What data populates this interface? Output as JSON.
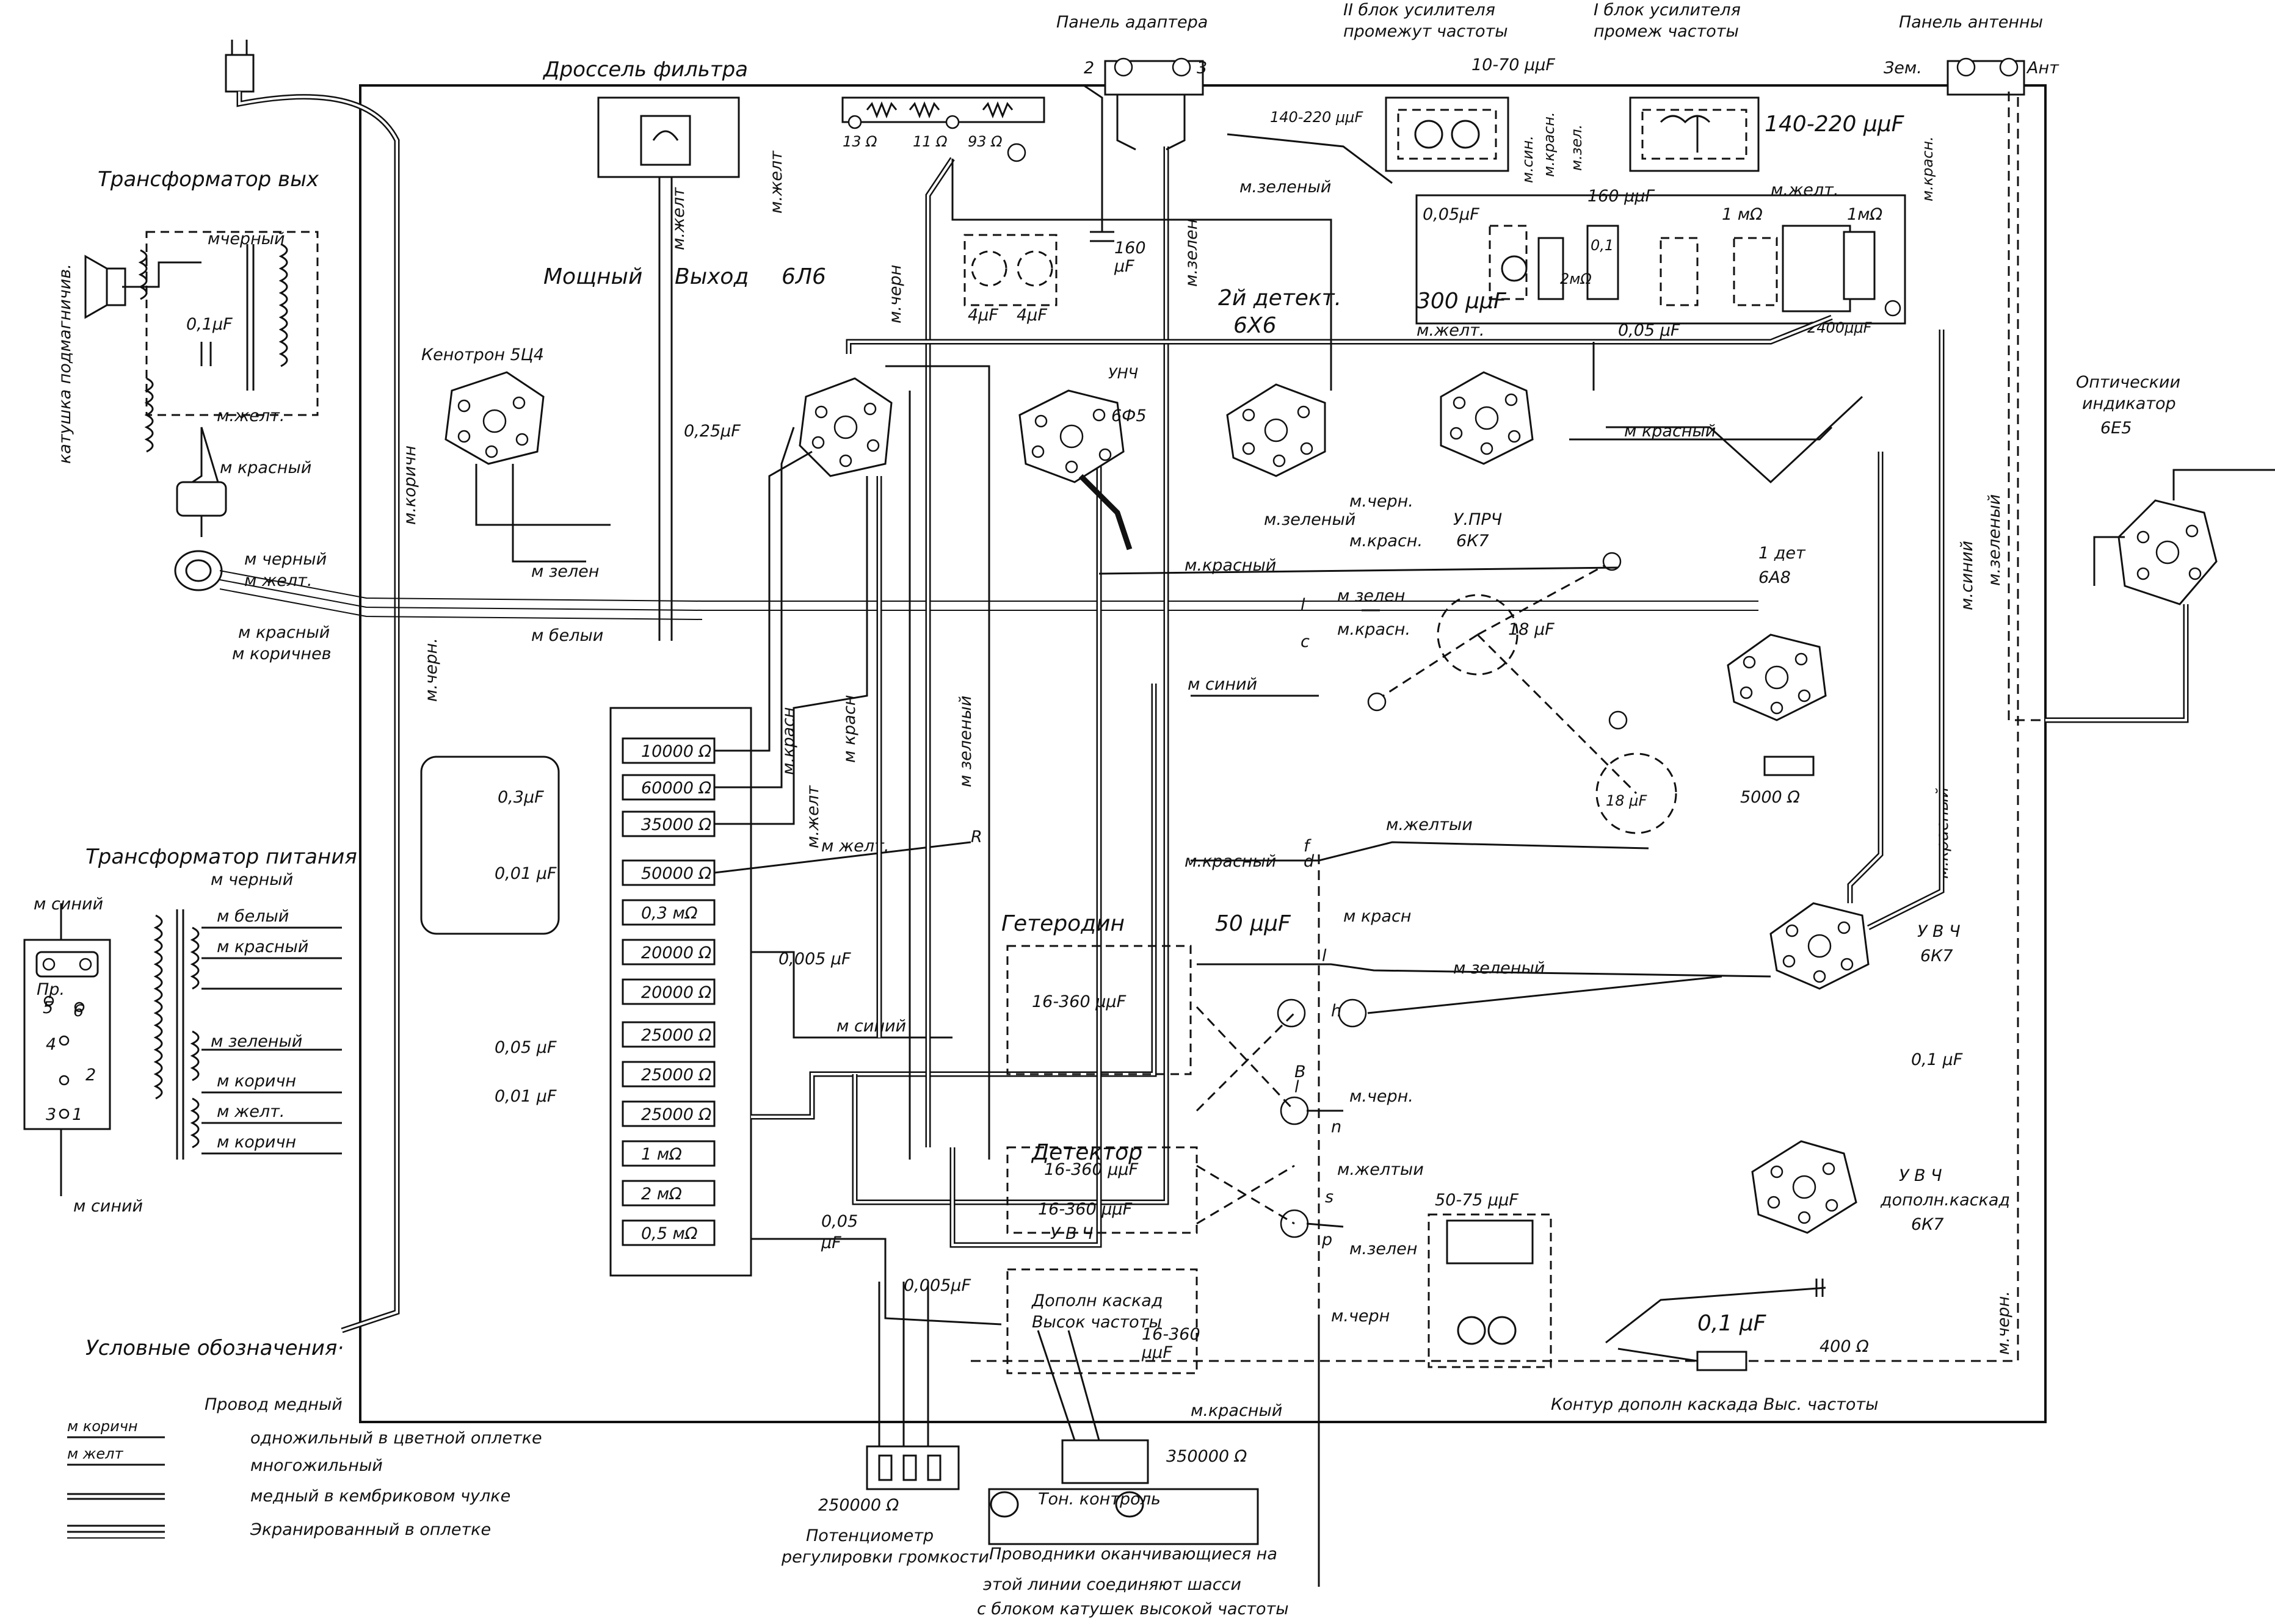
{
  "components": {
    "output_transformer": "Трансформатор вых",
    "bias_coil": "катушка подмагничив.",
    "kenotron": "Кенотрон 5Ц4",
    "filter_choke": "Дроссель фильтра",
    "power_output": "Мощный",
    "power_output_2": "Выход",
    "tube_6l6": "6Л6",
    "adapter_panel": "Панель адаптера",
    "if_amp_2": "II блок усилителя",
    "if_amp_2b": "промежут частоты",
    "if_amp_1": "I блок усилителя",
    "if_amp_1b": "промеж частоты",
    "antenna_panel": "Панель антенны",
    "second_detector": "2й детект.",
    "second_detector_tube": "6Х6",
    "uch_6f5": "УНЧ",
    "tube_6f5": "6Ф5",
    "upch": "У.ПРЧ",
    "upch_tube": "6К7",
    "optical_indicator": "Оптическии",
    "optical_indicator_2": "индикатор",
    "optical_indicator_tube": "6Е5",
    "first_detector": "1 дет",
    "first_detector_tube": "6А8",
    "power_transformer": "Трансформатор питания",
    "heterodyne": "Гетеродин",
    "detector": "Детектор",
    "uvch": "У В Ч",
    "uvch_tube": "6К7",
    "uvch_extra": "У В Ч",
    "uvch_extra_2": "дополн.каскад",
    "uvch_extra_tube": "6К7",
    "extra_stage": "Дополн каскад",
    "extra_stage_2": "Высок частоты",
    "extra_stage_circuit": "Контур дополн каскада Выс. частоты",
    "volume_pot": "Потенциометр",
    "volume_pot_2": "регулировки громкости",
    "tone_control": "Тон. контроль",
    "tone_value": "350000 Ω",
    "volume_value": "250000 Ω"
  },
  "values": {
    "cap_0_1": "0,1μF",
    "cap_0_25": "0,25μF",
    "cap_4a": "4μF",
    "cap_4b": "4μF",
    "cap_160": "160",
    "cap_160_unit": "μF",
    "res_13": "13 Ω",
    "res_11": "11 Ω",
    "res_93": "93 Ω",
    "cap_10_70": "10-70 μμF",
    "cap_140_220_a": "140-220 μμF",
    "cap_140_220_b": "140-220 μμF",
    "cap_0_05": "0,05μF",
    "cap_160_mm": "160 μμF",
    "res_1m_a": "1 мΩ",
    "res_0_1": "0,1",
    "res_2m": "2мΩ",
    "res_1m_b": "1мΩ",
    "cap_300": "300 μμF",
    "cap_0_05b": "0,05 μF",
    "cap_2400": "2400μμF",
    "cap_18": "18 μF",
    "cap_18b": "18 μF",
    "res_5000": "5000 Ω",
    "cap_0_3": "0,3μF",
    "cap_0_01": "0,01 μF",
    "cap_0_005": "0,005 μF",
    "cap_0_05c": "0,05 μF",
    "cap_0_01b": "0,01 μF",
    "cap_0_05d": "0,05",
    "cap_0_05d_u": "μF",
    "cap_0_005b": "0,005μF",
    "cap_50": "50 μμF",
    "cap_16_360_a": "16-360 μμF",
    "cap_16_360_b": "16-360 μμF",
    "cap_16_360_c": "16-360 μμF",
    "cap_16_360_d": "16-360",
    "cap_16_360_d_u": "μμF",
    "cap_50_75": "50-75 μμF",
    "cap_0_1b": "0,1 μF",
    "cap_0_1c": "0,1 μF",
    "res_400": "400 Ω",
    "adapter_2": "2",
    "adapter_3": "3",
    "ant_zem": "Зем.",
    "ant_ant": "Ант"
  },
  "resistor_board": [
    "10000 Ω",
    "60000 Ω",
    "35000 Ω",
    "50000 Ω",
    "0,3 мΩ",
    "20000 Ω",
    "20000 Ω",
    "25000 Ω",
    "25000 Ω",
    "25000 Ω",
    "1 мΩ",
    "2 мΩ",
    "0,5 мΩ"
  ],
  "wires": {
    "black": "м черный",
    "black_b": "мчерный",
    "yellow": "м.желт.",
    "yellow_b": "м.желт",
    "yellow_c": "м желт.",
    "red": "м красный",
    "red_b": "м.красный",
    "red_c": "м.красн.",
    "red_d": "м красн",
    "brown": "м.коричн",
    "brown_b": "м коричнев",
    "green": "м.зеленый",
    "green_b": "м зелен",
    "green_c": "м.зелен",
    "white": "м белыи",
    "blue": "м.синий",
    "blue_b": "м синий",
    "blue_c": "м.син.",
    "blue_d": "м синий",
    "black_c": "м.черн.",
    "black_d": "м.черн",
    "yellow_d": "м.желтыи",
    "yellow_e": "м желт.",
    "zel": "м.зел.",
    "zel_b": "м зеленый",
    "krasn_e": "м.красн",
    "krasn_f": "м.красн.",
    "green_d": "м зеленый",
    "blue_e": "м синий",
    "red_g": "м красный"
  },
  "power_trafo_wires": [
    "м черный",
    "м белый",
    "м красный",
    "м зеленый",
    "м коричн",
    "м желт.",
    "м коричн"
  ],
  "power_trafo_labels": {
    "top": "м синий",
    "bottom": "м синий",
    "pr": "Пр.",
    "t5": "5",
    "t6": "6",
    "t4": "4",
    "t2": "2",
    "t3": "3",
    "t1": "1"
  },
  "contacts": {
    "l": "l",
    "c": "c",
    "f": "f",
    "d": "d",
    "h": "h",
    "b": "B",
    "n": "n",
    "s": "s",
    "p": "p",
    "r": "R"
  },
  "legend": {
    "title": "Условные обозначения·",
    "header_label": "Провод медный",
    "rows": [
      {
        "code": "м коричн",
        "text": "одножильный в цветной оплетке"
      },
      {
        "code": "м желт",
        "text": "многожильный"
      },
      {
        "code": "",
        "text": "медный в кембриковом чулке"
      },
      {
        "code": "",
        "text": "Экранированный в оплетке"
      }
    ]
  },
  "notes": {
    "chassis_note_1": "Проводники оканчивающиеся на",
    "chassis_note_2": "этой линии соединяют шасси",
    "chassis_note_3": "с блоком катушек высокой частоты"
  }
}
